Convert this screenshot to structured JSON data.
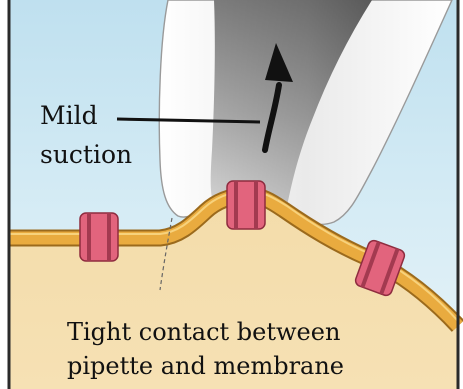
{
  "labels": {
    "suction_line1": "Mild",
    "suction_line2": "suction"
  },
  "caption": {
    "line1": "Tight contact between",
    "line2": "pipette and membrane"
  },
  "colors": {
    "background_top": "#c6e3f1",
    "cytoplasm": "#f2d9a6",
    "membrane": "#e8a93c",
    "channel": "#e0607a",
    "pipette_light": "#f4f4f4",
    "pipette_dark": "#8a8a8a",
    "arrow": "#111111",
    "frame": "#2a2a2a"
  }
}
